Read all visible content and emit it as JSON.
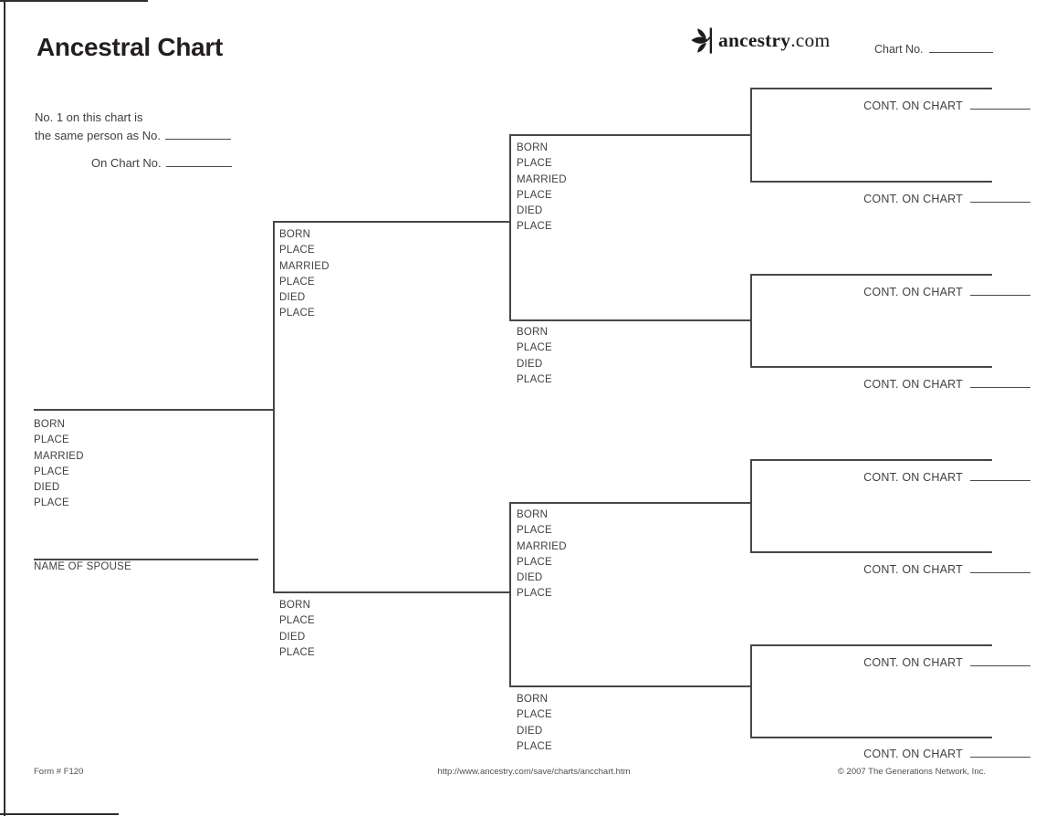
{
  "header": {
    "title": "Ancestral Chart",
    "brand_name": "ancestry",
    "brand_tld": ".com",
    "chart_no_label": "Chart No."
  },
  "intro": {
    "line1": "No. 1 on this chart is",
    "line2": "the same person as No.",
    "line3": "On Chart No."
  },
  "fields": {
    "full": [
      "BORN",
      "PLACE",
      "MARRIED",
      "PLACE",
      "DIED",
      "PLACE"
    ],
    "short": [
      "BORN",
      "PLACE",
      "DIED",
      "PLACE"
    ],
    "spouse_label": "NAME OF SPOUSE",
    "cont_label": "CONT. ON CHART"
  },
  "footer": {
    "form_number": "Form # F120",
    "url": "http://www.ancestry.com/save/charts/ancchart.htm",
    "copyright": "© 2007 The Generations Network, Inc."
  },
  "colors": {
    "line": "#474747",
    "text": "#414042",
    "title": "#231f20",
    "muted": "#4f4f4f"
  }
}
